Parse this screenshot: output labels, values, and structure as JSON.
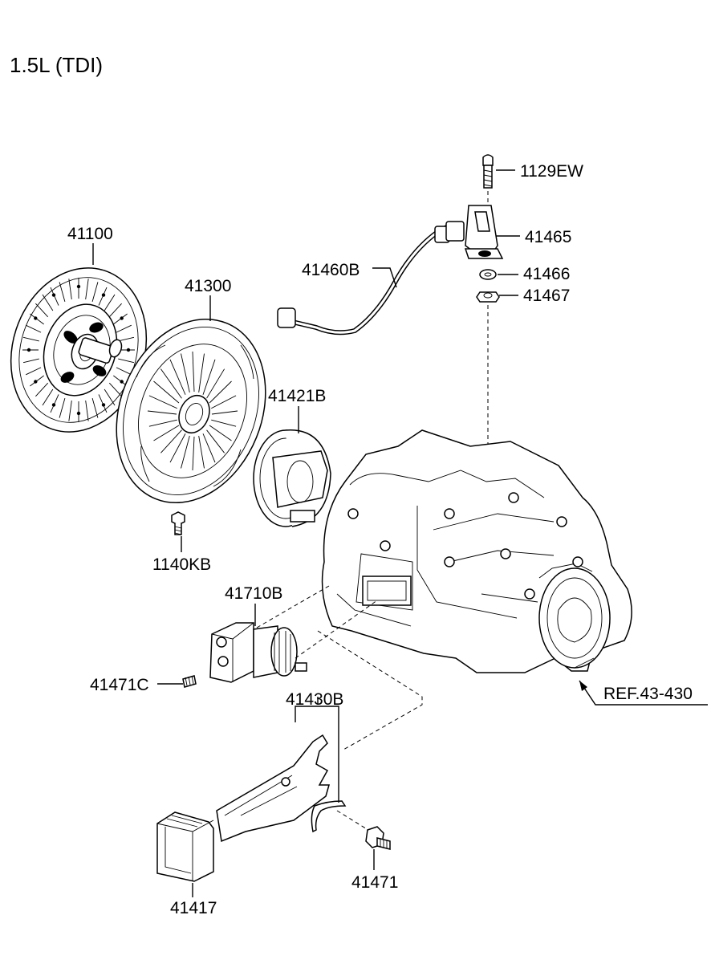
{
  "title": "1.5L (TDI)",
  "parts": [
    {
      "id": "p1",
      "label": "41100"
    },
    {
      "id": "p2",
      "label": "41300"
    },
    {
      "id": "p3",
      "label": "41421B"
    },
    {
      "id": "p4",
      "label": "1140KB"
    },
    {
      "id": "p5",
      "label": "41460B"
    },
    {
      "id": "p6",
      "label": "1129EW"
    },
    {
      "id": "p7",
      "label": "41465"
    },
    {
      "id": "p8",
      "label": "41466"
    },
    {
      "id": "p9",
      "label": "41467"
    },
    {
      "id": "p10",
      "label": "41710B"
    },
    {
      "id": "p11",
      "label": "41471C"
    },
    {
      "id": "p12",
      "label": "41430B"
    },
    {
      "id": "p13",
      "label": "41417"
    },
    {
      "id": "p14",
      "label": "41471"
    },
    {
      "id": "p15",
      "label": "REF.43-430"
    }
  ]
}
